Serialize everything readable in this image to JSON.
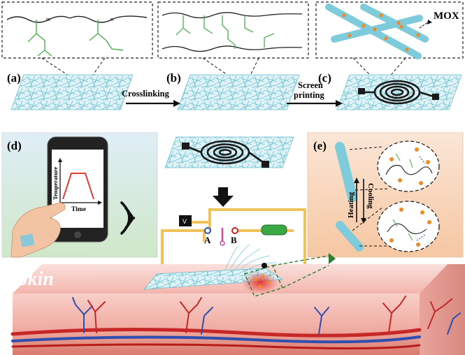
{
  "panels": {
    "a": "(a)",
    "b": "(b)",
    "c": "(c)",
    "d": "(d)",
    "e": "(e)"
  },
  "steps": {
    "crosslinking": "Crosslinking",
    "screen": "Screen",
    "printing": "printing"
  },
  "inset_c_label": "MOX",
  "phone": {
    "y_axis": "Temperature",
    "x_axis": "Time"
  },
  "circuit": {
    "meter": "V",
    "terminal_a": "A",
    "terminal_b": "B"
  },
  "transition": {
    "heating": "Heating",
    "cooling": "Cooling"
  },
  "skin_label": "Skin",
  "colors": {
    "polymer_green": "#4caf50",
    "fiber_blue": "#8fd3e0",
    "electrode_black": "#1a1a1a",
    "skin_pink": "#f6c9c4",
    "vein_blue": "#2f4fb0",
    "artery_red": "#c62828",
    "particle_orange": "#f08a24"
  }
}
